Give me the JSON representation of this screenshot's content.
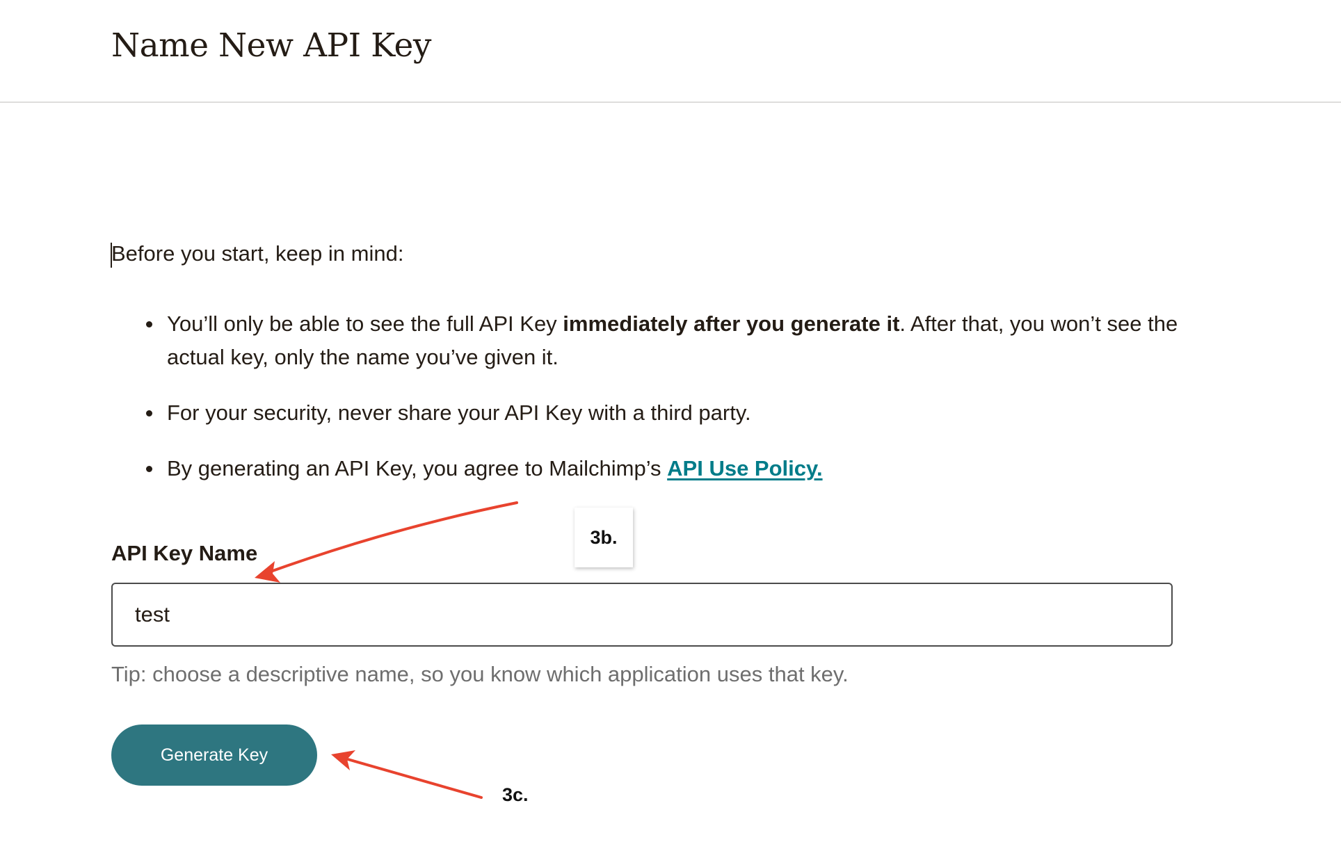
{
  "header": {
    "title": "Name New API Key"
  },
  "content": {
    "intro": "Before you start, keep in mind:",
    "bullets": [
      {
        "before": "You’ll only be able to see the full API Key ",
        "bold": "immediately after you generate it",
        "after": ". After that, you won’t see the actual key, only the name you’ve given it."
      },
      {
        "text": "For your security, never share your API Key with a third party."
      },
      {
        "before": "By generating an API Key, you agree to Mailchimp’s ",
        "link": "API Use Policy."
      }
    ]
  },
  "form": {
    "label": "API Key Name",
    "input_value": "test",
    "tip": "Tip: choose a descriptive name, so you know which application uses that key.",
    "submit_label": "Generate Key"
  },
  "annotations": {
    "step_3b": "3b.",
    "step_3c": "3c.",
    "arrow_color": "#e8432e"
  },
  "colors": {
    "accent": "#007c89",
    "button": "#2e7680",
    "text": "#241c15",
    "muted": "#6e6e6e"
  }
}
